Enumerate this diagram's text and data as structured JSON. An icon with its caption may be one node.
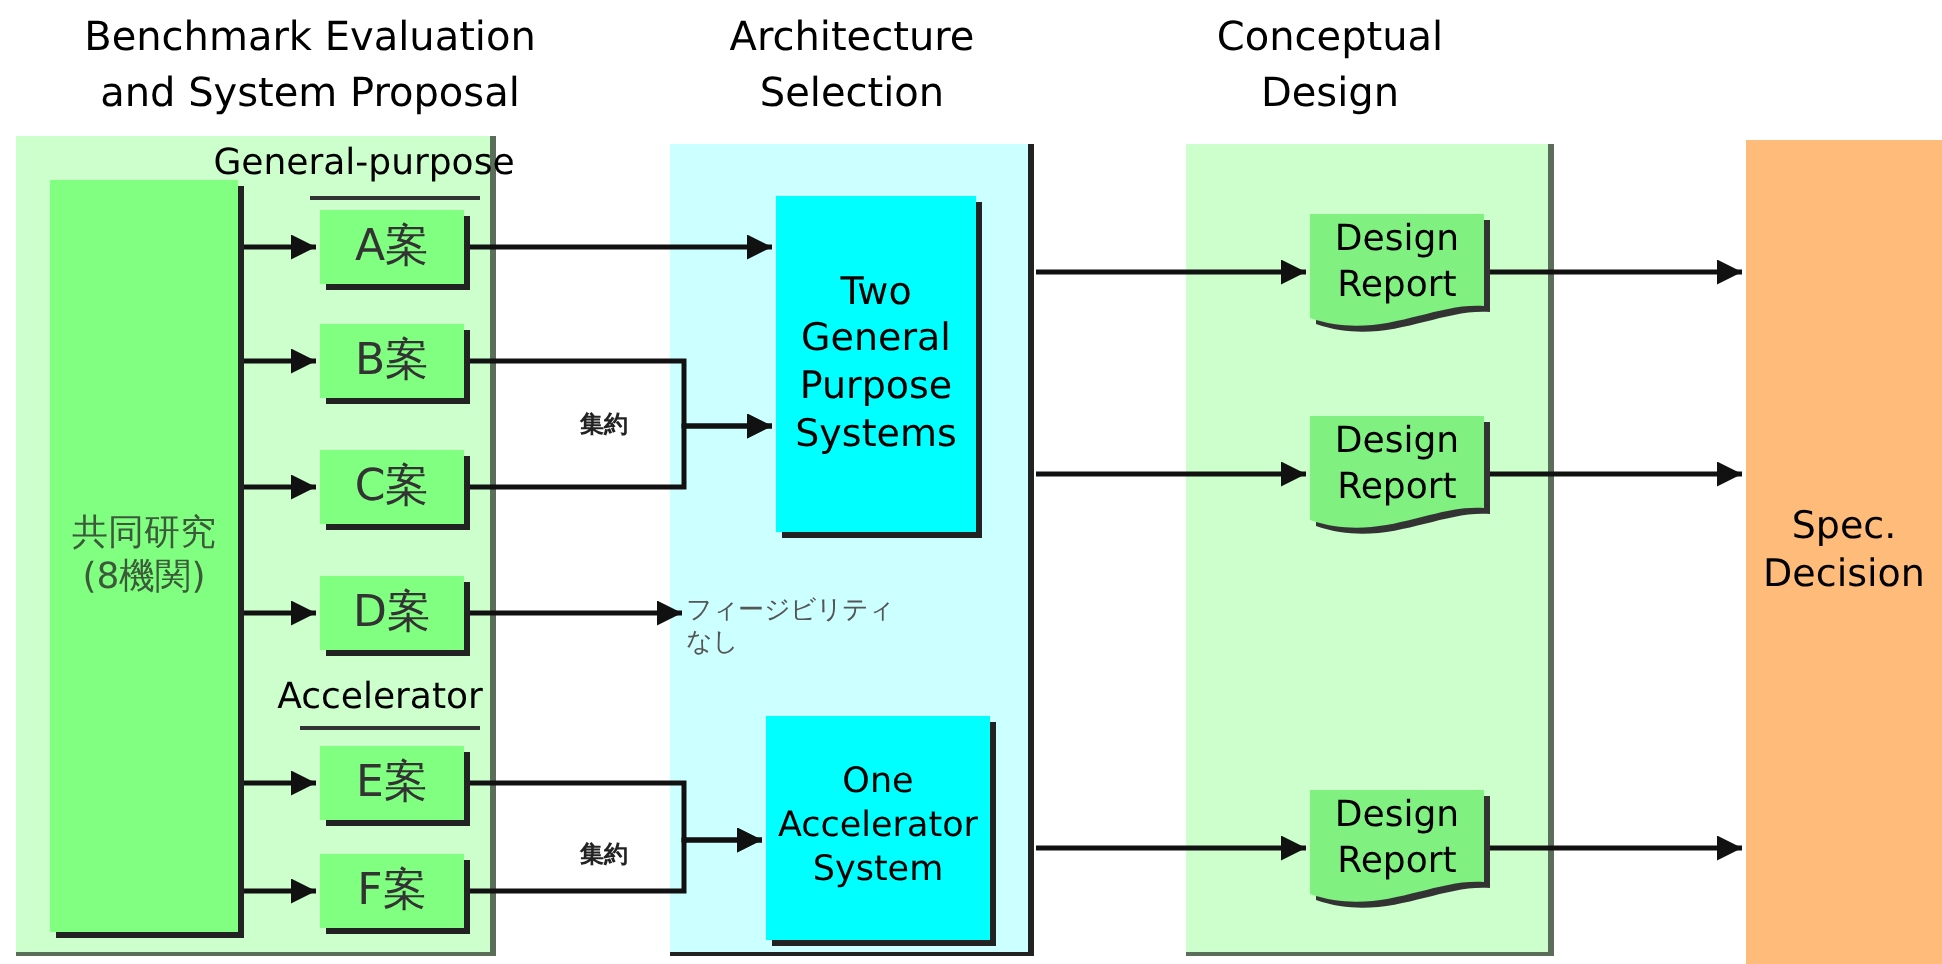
{
  "diagram": {
    "nodes": [
      {
        "text": [
          "Benchmark Evaluation and System Proposal"
        ]
      },
      {
        "text": [
          "共同研究(8機関)"
        ],
        "in": 0
      },
      {
        "text": [
          "A案"
        ],
        "in": 0
      },
      {
        "text": [
          "B案"
        ],
        "in": 0
      },
      {
        "text": [
          "C案"
        ],
        "in": 0
      },
      {
        "text": [
          "D案"
        ],
        "in": 0
      },
      {
        "text": [
          "E案"
        ],
        "in": 0
      },
      {
        "text": [
          "F案"
        ],
        "in": 0
      },
      {
        "text": [
          "Architecture Selection"
        ]
      },
      {
        "text": [
          "Two General Purpose Systems"
        ],
        "in": 8
      },
      {
        "text": [
          "フィージビリティなし"
        ],
        "in": 8
      },
      {
        "text": [
          "One Accelerator System"
        ],
        "in": 8
      },
      {
        "text": [
          "Conceptual Design"
        ]
      },
      {
        "text": [
          "Design Report"
        ],
        "in": 12
      },
      {
        "text": [
          "Design Report"
        ],
        "in": 12
      },
      {
        "text": [
          "Design Report"
        ],
        "in": 12
      },
      {
        "text": [
          "Spec. Decision"
        ]
      }
    ],
    "edges": [
      {
        "from": 1,
        "to": 2,
        "arrow": "to"
      },
      {
        "from": 1,
        "to": 3,
        "arrow": "to"
      },
      {
        "from": 1,
        "to": 4,
        "arrow": "to"
      },
      {
        "from": 1,
        "to": 5,
        "arrow": "to"
      },
      {
        "from": 1,
        "to": 6,
        "arrow": "to"
      },
      {
        "from": 1,
        "to": 7,
        "arrow": "to"
      },
      {
        "from": 2,
        "to": 9,
        "arrow": "to"
      },
      {
        "from": 3,
        "to": 9,
        "arrow": "to"
      },
      {
        "from": 4,
        "to": 9,
        "arrow": "to"
      },
      {
        "from": 5,
        "to": 10,
        "arrow": "to"
      },
      {
        "from": 6,
        "to": 11,
        "arrow": "to"
      },
      {
        "from": 7,
        "to": 11,
        "arrow": "to"
      },
      {
        "from": 8,
        "to": 13,
        "arrow": "to"
      },
      {
        "from": 8,
        "to": 14,
        "arrow": "to"
      },
      {
        "from": 8,
        "to": 15,
        "arrow": "to"
      },
      {
        "from": 13,
        "to": 16,
        "arrow": "to"
      },
      {
        "from": 14,
        "to": 16,
        "arrow": "to"
      },
      {
        "from": 15,
        "to": 16,
        "arrow": "to"
      }
    ],
    "labels": [
      "General-purpose",
      "集約",
      "Accelerator",
      "集約"
    ]
  }
}
